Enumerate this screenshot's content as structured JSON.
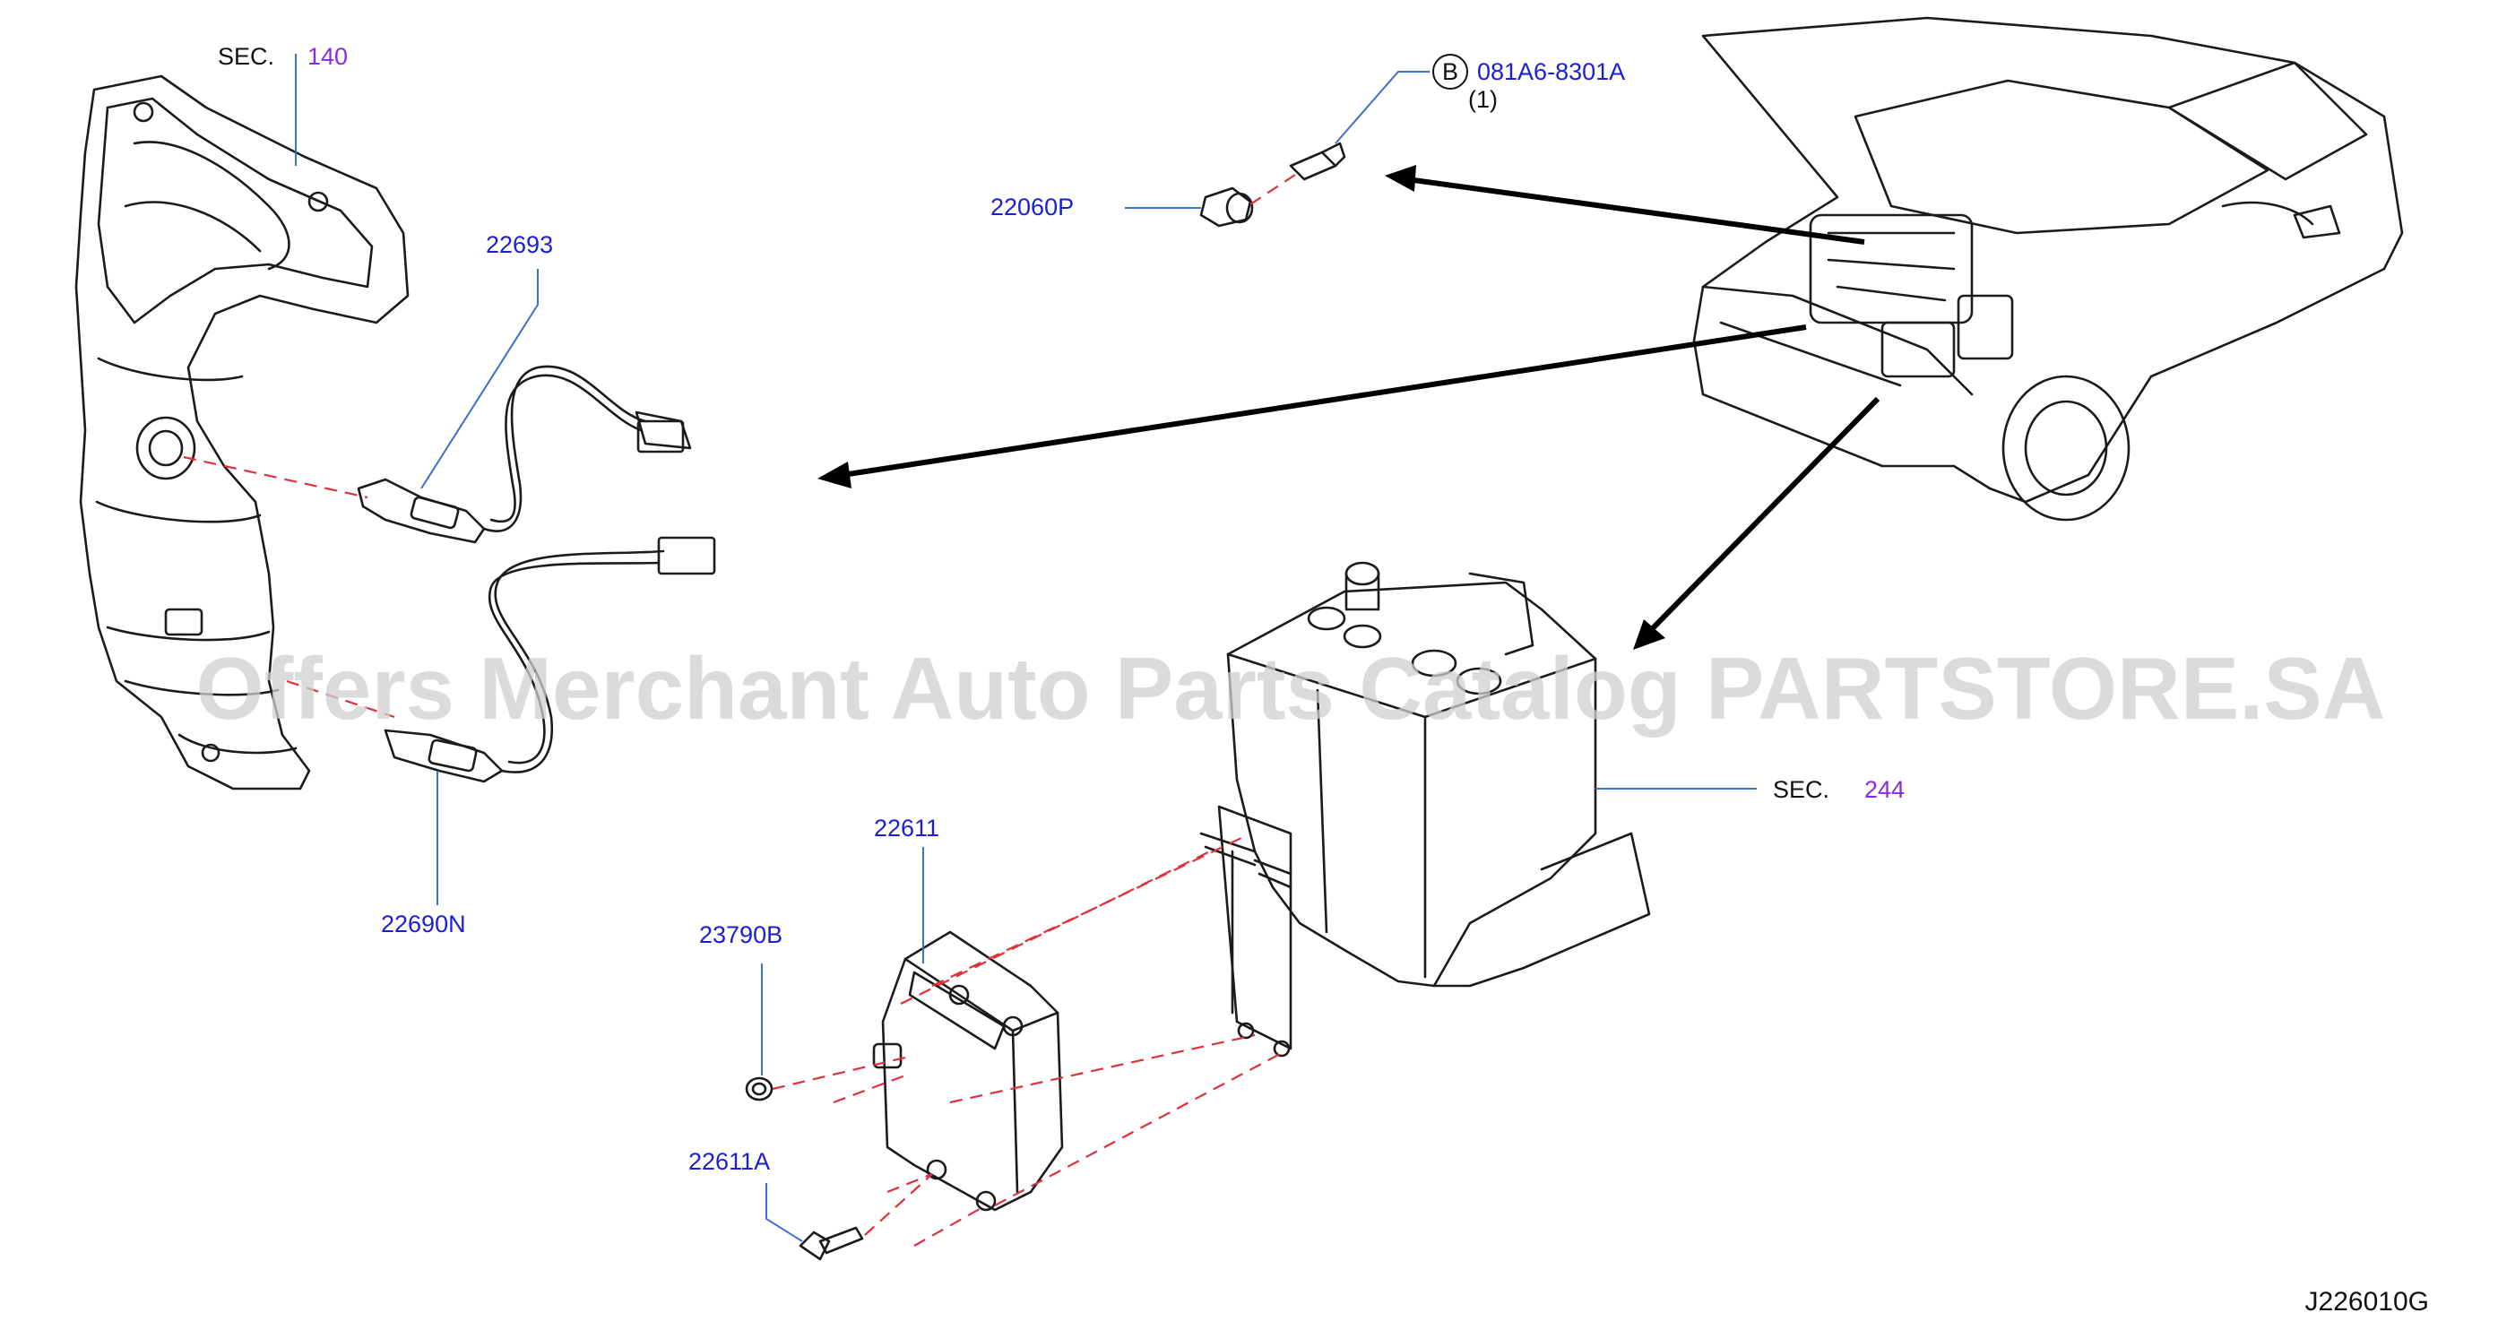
{
  "diagram_code": "J226010G",
  "watermark": "Offers Merchant Auto Parts Catalog PARTSTORE.SA",
  "sections": [
    {
      "prefix": "SEC.",
      "number": "140"
    },
    {
      "prefix": "SEC.",
      "number": "244"
    }
  ],
  "parts": [
    {
      "number": "22693"
    },
    {
      "number": "22690N"
    },
    {
      "number": "22060P"
    },
    {
      "number": "081A6-8301A",
      "badge": "B",
      "qty": "(1)"
    },
    {
      "number": "22611"
    },
    {
      "number": "23790B"
    },
    {
      "number": "22611A"
    }
  ],
  "colors": {
    "part_label": "#1a1fd6",
    "section_number": "#8a2be2",
    "dashed_guide": "#e0303a",
    "leader_line": "#3a6fd0"
  }
}
